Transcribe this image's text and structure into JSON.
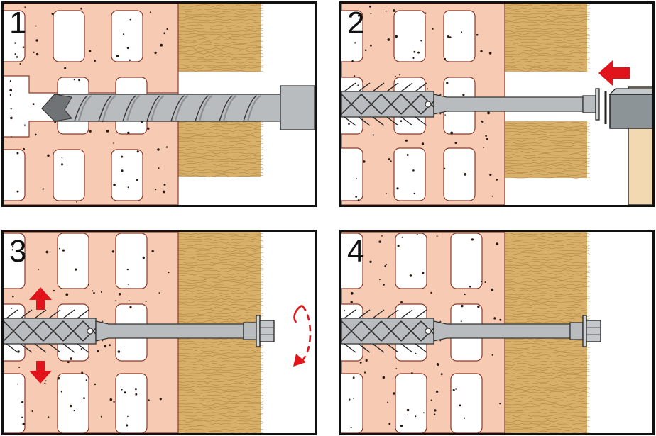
{
  "steps": [
    {
      "number": "1",
      "action": "drill"
    },
    {
      "number": "2",
      "action": "insert-and-hammer"
    },
    {
      "number": "3",
      "action": "tighten-and-expand"
    },
    {
      "number": "4",
      "action": "installed"
    }
  ],
  "colors": {
    "brick": "#f7cbb3",
    "brick_outline": "#8a3a2a",
    "wood": "#d8b06a",
    "wood_grain": "#9b6d2c",
    "metal": "#b9bcbe",
    "metal_dark": "#6f7375",
    "arrow": "#e0141a",
    "frame": "#111111"
  }
}
